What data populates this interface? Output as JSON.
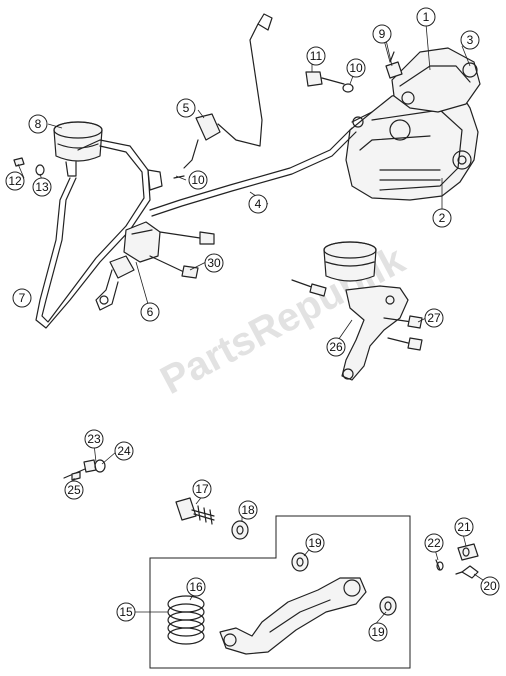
{
  "watermark": "PartsRepublik",
  "callouts": [
    "1",
    "2",
    "3",
    "4",
    "5",
    "6",
    "7",
    "8",
    "9",
    "10",
    "10",
    "11",
    "12",
    "13",
    "15",
    "16",
    "17",
    "18",
    "19",
    "19",
    "20",
    "21",
    "22",
    "23",
    "24",
    "25",
    "26",
    "27",
    "30"
  ]
}
